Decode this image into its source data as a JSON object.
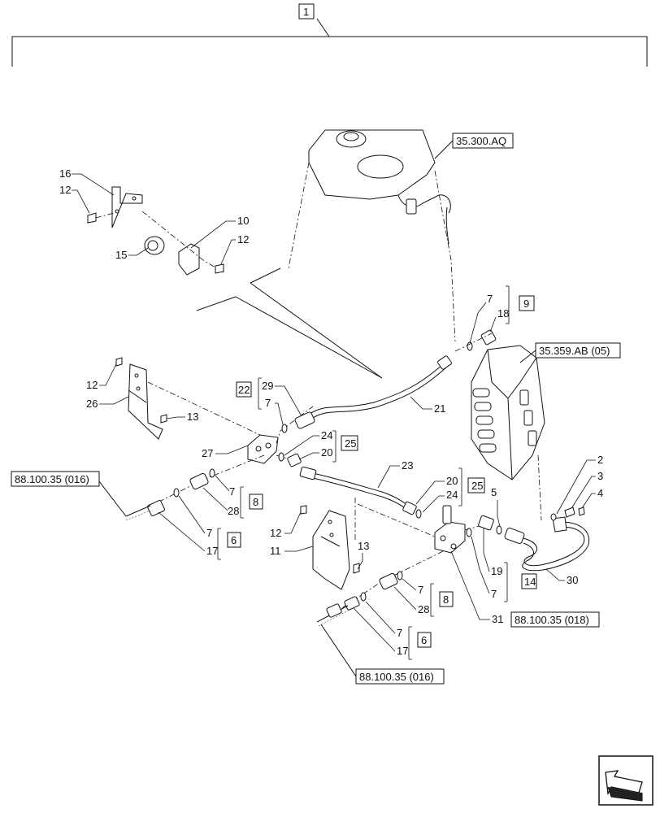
{
  "callout_labels": {
    "top": "1",
    "n16": "16",
    "n12a": "12",
    "n10": "10",
    "n12b": "12",
    "n15": "15",
    "n7a": "7",
    "n18": "18",
    "box9": "9",
    "n12c": "12",
    "n26": "26",
    "n13a": "13",
    "box22": "22",
    "n29": "29",
    "n7b": "7",
    "n21": "21",
    "n27": "27",
    "n24a": "24",
    "n20a": "20",
    "box25a": "25",
    "n7c": "7",
    "n28a": "28",
    "box8a": "8",
    "n7d": "7",
    "n17a": "17",
    "box6a": "6",
    "n23": "23",
    "n20b": "20",
    "n24b": "24",
    "box25b": "25",
    "n12d": "12",
    "n11": "11",
    "n13b": "13",
    "n5": "5",
    "n19": "19",
    "n7e": "7",
    "box14": "14",
    "n2": "2",
    "n3": "3",
    "n4": "4",
    "n30": "30",
    "n7f": "7",
    "n28b": "28",
    "box8b": "8",
    "n7g": "7",
    "n17b": "17",
    "box6b": "6",
    "n31": "31"
  },
  "references": {
    "ref_35300": "35.300.AQ",
    "ref_35359": "35.359.AB (05)",
    "ref_88100_016a": "88.100.35 (016)",
    "ref_88100_018": "88.100.35 (018)",
    "ref_88100_016b": "88.100.35 (016)"
  },
  "icons": [
    "back-arrow-icon"
  ]
}
